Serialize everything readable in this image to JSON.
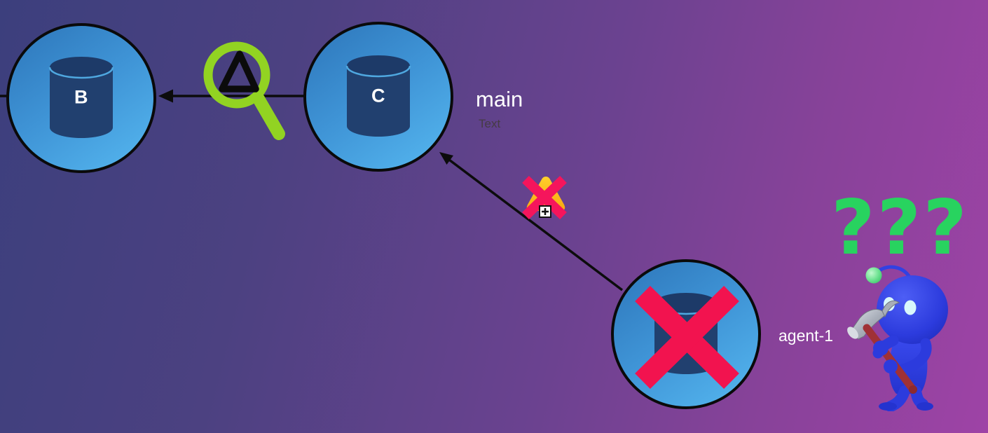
{
  "scene": {
    "kind": "git-commit-diagram",
    "background": {
      "gradient_start": "#3c3f7d",
      "gradient_mid": "#6b4290",
      "gradient_end": "#9e43a6"
    }
  },
  "nodes": [
    {
      "id": "node-b",
      "label": "B",
      "type": "commit-database"
    },
    {
      "id": "node-c",
      "label": "C",
      "type": "commit-database"
    },
    {
      "id": "node-agent",
      "label": "",
      "type": "commit-database",
      "crossed_out": true
    }
  ],
  "labels": {
    "branch": "main",
    "placeholder": "Text",
    "agent": "agent-1",
    "confusion": "???"
  },
  "edges": [
    {
      "from": "node-b",
      "to": "offscreen-left"
    },
    {
      "from": "node-c",
      "to": "node-b"
    },
    {
      "from": "node-agent",
      "to": "node-c",
      "status": "blocked"
    }
  ],
  "icons": {
    "diff_magnifier": {
      "name": "diff-magnifier-icon",
      "glass_color": "#92d322",
      "delta_color": "#0b0b0b"
    },
    "blocked_campfire": {
      "name": "blocked-campfire-icon",
      "triangle_color": "#ffc21d",
      "cross_color": "#f5155c"
    },
    "crosshair_cursor": {
      "name": "crosshair-cursor-icon",
      "color": "#ffffff"
    },
    "node_cross": {
      "name": "crossed-out-icon",
      "color": "#f2134f"
    },
    "robot": {
      "name": "robot-builder-icon",
      "body_color": "#2c3bdd",
      "antenna_color": "#4fdc7d",
      "hammer_handle_color": "#a03136"
    }
  },
  "colors": {
    "node_fill_start": "#2d76ba",
    "node_fill_end": "#52b2ec",
    "node_border": "#0a0a0a",
    "cylinder": "#21406f",
    "cylinder_rim": "#4fa8e0",
    "edge": "#0c0c0c",
    "question_green": "#28d35f",
    "label_white": "#ffffff"
  }
}
